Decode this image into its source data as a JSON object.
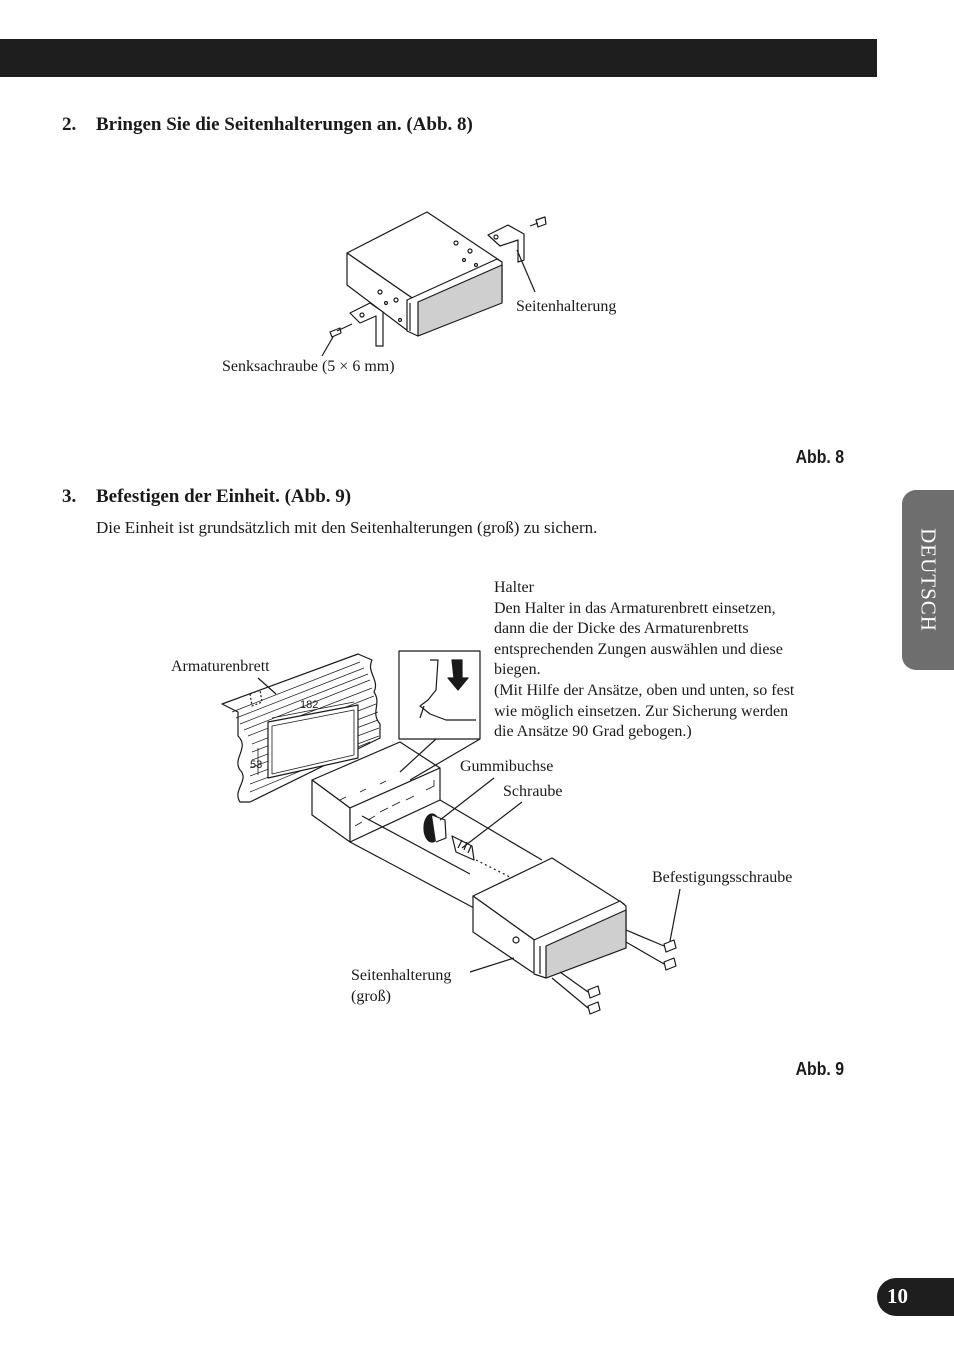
{
  "header": {
    "bar_color": "#1e1e1e"
  },
  "step2": {
    "number": "2.",
    "title": "Bringen Sie die Seitenhalterungen an. (Abb. 8)"
  },
  "fig8": {
    "label": "Abb. 8",
    "callouts": {
      "side_bracket": "Seitenhalterung",
      "screw": "Senksachraube (5 × 6 mm)"
    }
  },
  "step3": {
    "number": "3.",
    "title": "Befestigen der Einheit. (Abb. 9)",
    "body": "Die Einheit ist grundsätzlich mit den Seitenhalterungen (groß) zu sichern."
  },
  "fig9": {
    "label": "Abb. 9",
    "dim_width": "182",
    "dim_height": "53",
    "callouts": {
      "dashboard": "Armaturenbrett",
      "holder_title": "Halter",
      "holder_lines": [
        "Den Halter in das Armaturenbrett einsetzen,",
        "dann die der Dicke des Armaturenbretts",
        "entsprechenden Zungen auswählen und diese",
        "biegen.",
        "(Mit Hilfe der Ansätze, oben und unten, so fest",
        "wie möglich einsetzen. Zur Sicherung werden",
        "die Ansätze 90 Grad gebogen.)"
      ],
      "rubber_bushing": "Gummibuchse",
      "screw": "Schraube",
      "mounting_screw": "Befestigungsschraube",
      "bracket_large_lines": [
        "Seitenhalterung",
        "(groß)"
      ]
    }
  },
  "side_tab": {
    "label": "DEUTSCH",
    "color": "#6e6e6e"
  },
  "page": {
    "number": "10"
  }
}
